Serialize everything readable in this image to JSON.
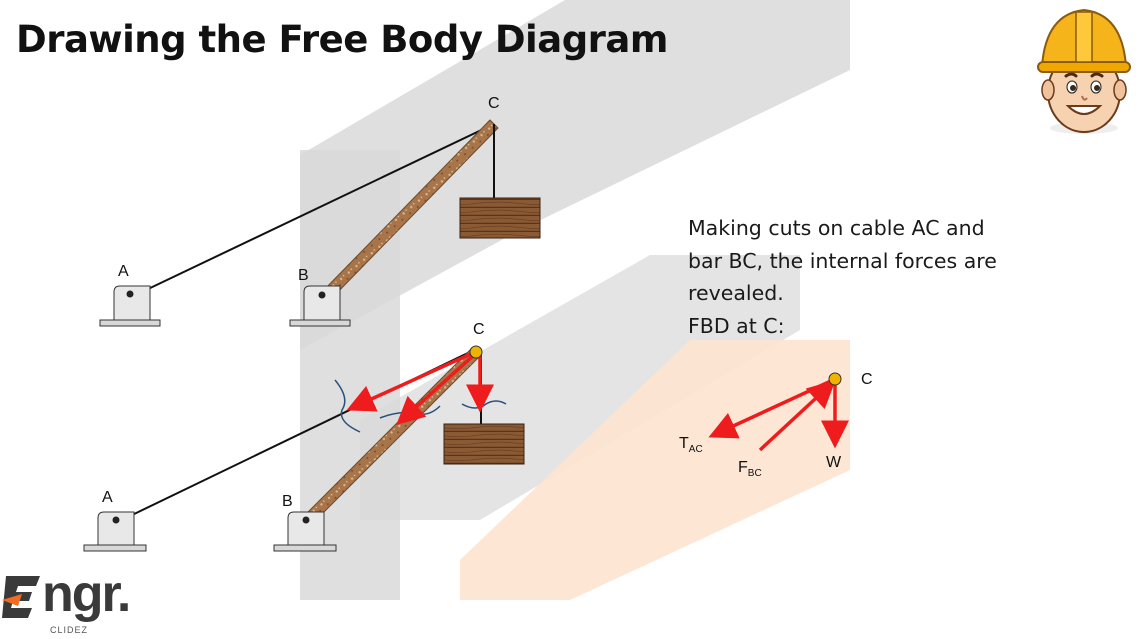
{
  "slide": {
    "title": "Drawing the Free Body Diagram"
  },
  "diagram_top": {
    "label_a": "A",
    "label_b": "B",
    "label_c": "C"
  },
  "diagram_bottom": {
    "label_a": "A",
    "label_b": "B",
    "label_c": "C"
  },
  "fbd": {
    "label_c": "C",
    "force_ac_main": "T",
    "force_ac_sub": "AC",
    "force_bc_main": "F",
    "force_bc_sub": "BC",
    "weight": "W"
  },
  "explanation": {
    "line1": "Making cuts on cable AC and",
    "line2": "bar BC, the internal forces are",
    "line3": "revealed.",
    "line4": "FBD at C:"
  },
  "brand": {
    "name": "ngr.",
    "subtitle": "CLIDEZ"
  },
  "colors": {
    "force_arrow": "#ee1c1c",
    "cut_mark": "#27507e",
    "pin": "#f0b400",
    "watermark_grey": "#d6d6d6",
    "watermark_orange": "#fde6d6"
  },
  "icons": {
    "mascot": "engineer-mascot-icon",
    "logo": "engr-logo-icon"
  }
}
